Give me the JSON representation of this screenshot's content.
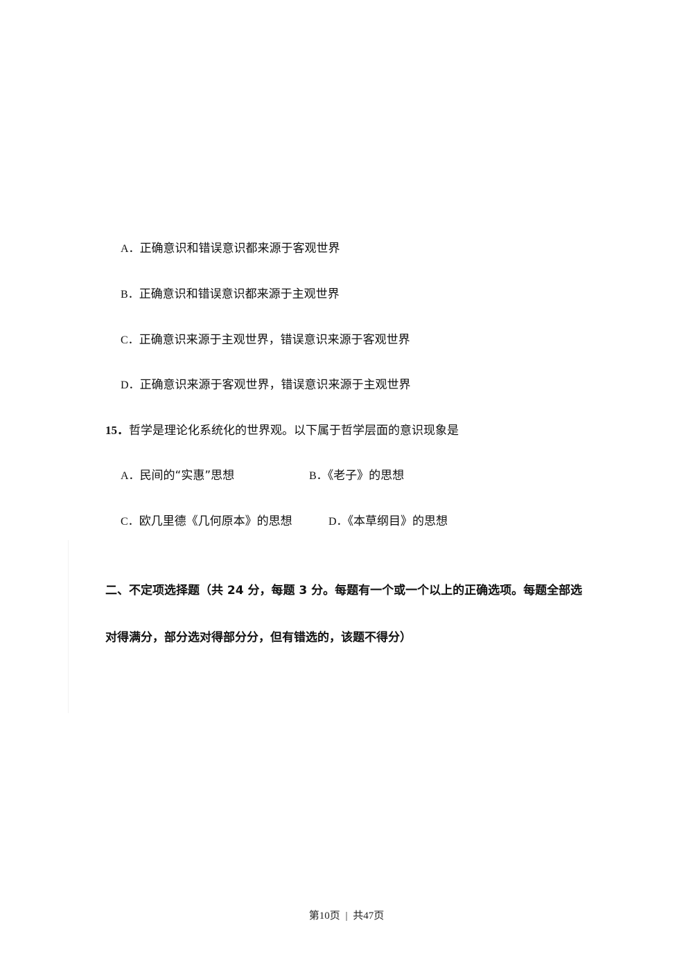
{
  "q14_options": [
    {
      "letter": "A．",
      "text": "正确意识和错误意识都来源于客观世界"
    },
    {
      "letter": "B．",
      "text": "正确意识和错误意识都来源于主观世界"
    },
    {
      "letter": "C．",
      "text": "正确意识来源于主观世界，错误意识来源于客观世界"
    },
    {
      "letter": "D．",
      "text": "正确意识来源于客观世界，错误意识来源于主观世界"
    }
  ],
  "q15": {
    "number": "15．",
    "stem": "哲学是理论化系统化的世界观。以下属于哲学层面的意识现象是",
    "options": [
      {
        "letter": "A．",
        "text": "民间的“实惠”思想"
      },
      {
        "letter": "B．",
        "text": "《老子》的思想"
      },
      {
        "letter": "C．",
        "text": "欧几里德《几何原本》的思想"
      },
      {
        "letter": "D．",
        "text": "《本草纲目》的思想"
      }
    ]
  },
  "section2": {
    "line1": "二、不定项选择题（共 24 分，每题 3 分。每题有一个或一个以上的正确选项。每题全部选",
    "line2": "对得满分，部分选对得部分分，但有错选的，该题不得分）"
  },
  "footer": {
    "page": "第10页",
    "separator": "|",
    "total": "共47页"
  }
}
